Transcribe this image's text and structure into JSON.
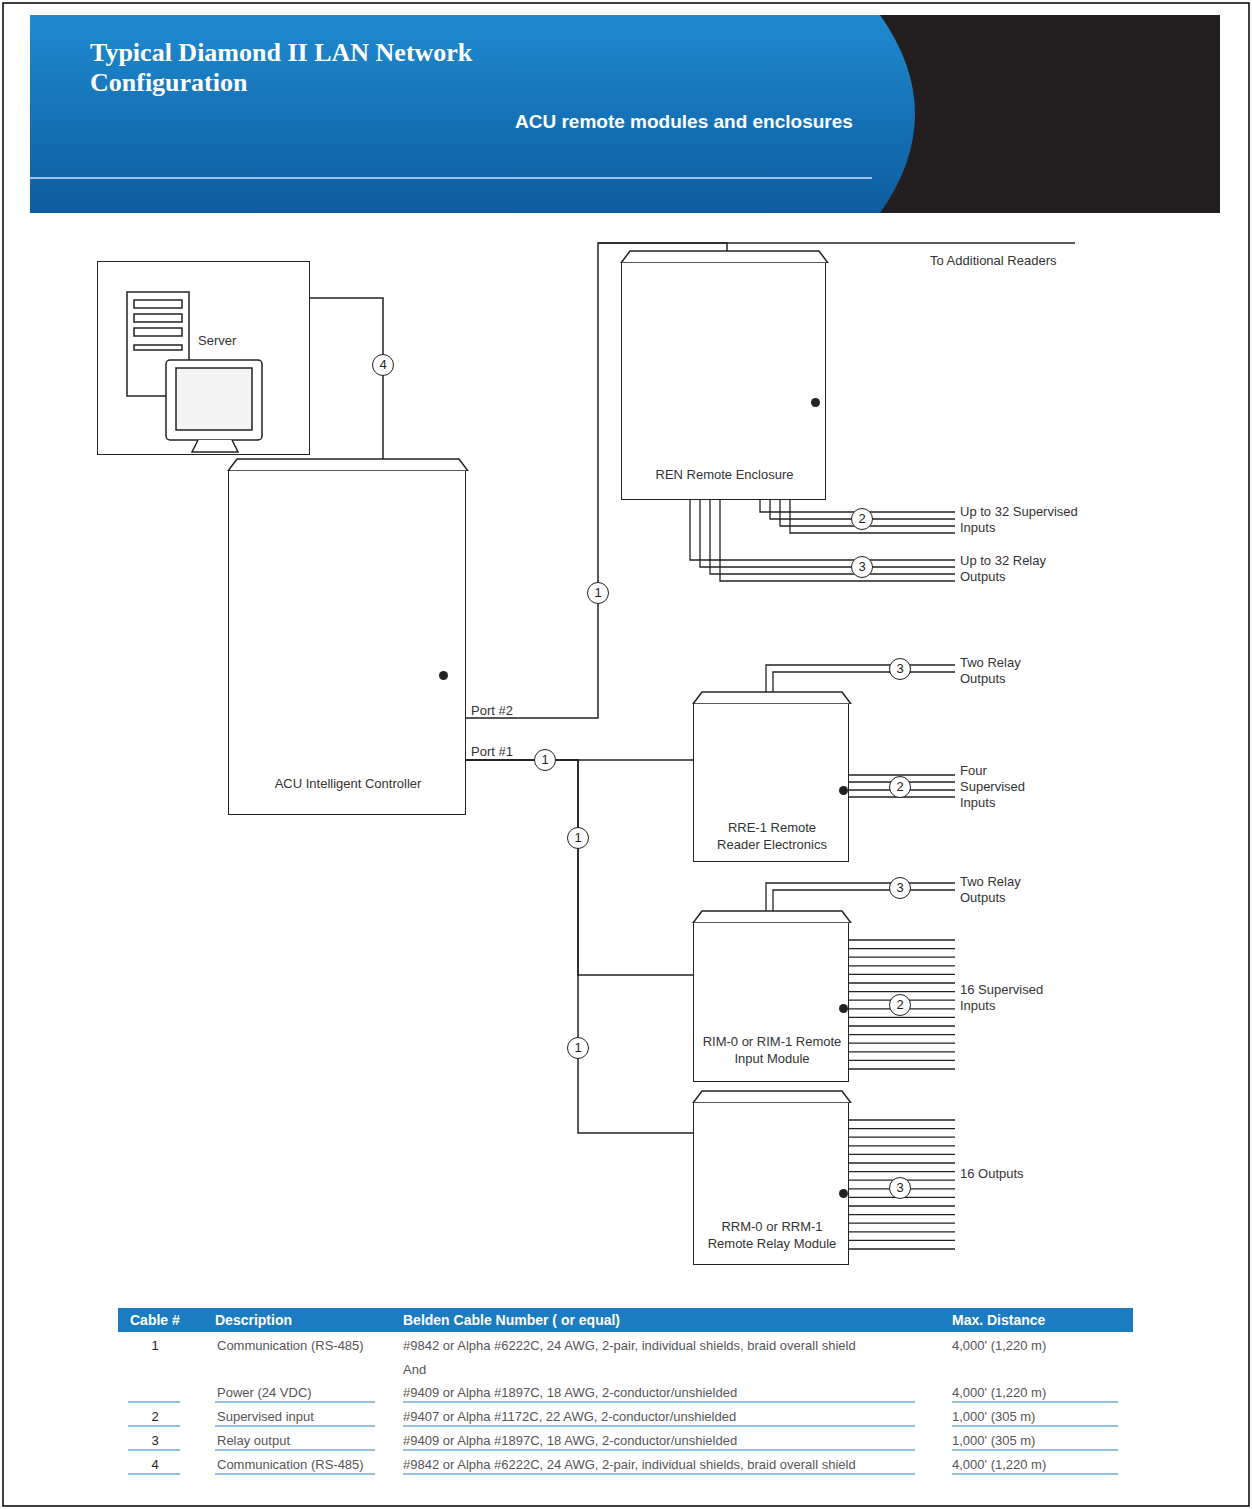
{
  "diagram": {
    "title": "Typical Diamond II LAN Network Configuration",
    "nodes": [
      {
        "text": [
          "Server"
        ]
      },
      {
        "text": [
          "ACU Intelligent Controller"
        ]
      },
      {
        "text": [
          "REN Remote Enclosure"
        ]
      },
      {
        "text": [
          "RRE-1 Remote Reader Electronics"
        ]
      },
      {
        "text": [
          "RIM-0 or RIM-1 Remote Input Module"
        ]
      },
      {
        "text": [
          "RRM-0 or RRM-1 Remote Relay Module"
        ]
      }
    ],
    "edges": [
      {
        "from": 0,
        "to": 1,
        "arrow": "none",
        "label": "4"
      },
      {
        "from": 1,
        "to": 2,
        "arrow": "none",
        "label": "1"
      },
      {
        "from": 1,
        "to": 3,
        "arrow": "none",
        "label": "1"
      },
      {
        "from": 1,
        "to": 4,
        "arrow": "none",
        "label": "1"
      },
      {
        "from": 1,
        "to": 5,
        "arrow": "none",
        "label": "1"
      }
    ],
    "labels": [
      "ACU remote modules and enclosures",
      "To Additional Readers",
      "2",
      "Up to 32 Supervised Inputs",
      "3",
      "Up to 32 Relay Outputs",
      "Port #2",
      "Port #1",
      "3",
      "Two Relay Outputs",
      "2",
      "Four Supervised Inputs",
      "3",
      "Two Relay Outputs",
      "2",
      "16 Supervised Inputs",
      "3",
      "16 Outputs",
      "Cable #",
      "Description",
      "Belden Cable Number ( or equal)",
      "Max. Distance",
      "1",
      "Communication (RS-485)",
      "#9842 or Alpha #6222C, 24 AWG, 2-pair, individual shields, braid overall shield",
      "4,000' (1,220 m)",
      "And",
      "Power (24 VDC)",
      "#9409 or Alpha #1897C, 18 AWG, 2-conductor/unshielded",
      "4,000' (1,220 m)",
      "2",
      "Supervised input",
      "#9407 or Alpha #1172C, 22 AWG, 2-conductor/unshielded",
      "1,000' (305 m)",
      "3",
      "Relay output",
      "#9409 or Alpha #1897C, 18 AWG, 2-conductor/unshielded",
      "1,000' (305 m)",
      "4",
      "Communication (RS-485)",
      "#9842 or Alpha #6222C, 24 AWG, 2-pair, individual shields, braid overall shield",
      "4,000' (1,220 m)"
    ]
  }
}
